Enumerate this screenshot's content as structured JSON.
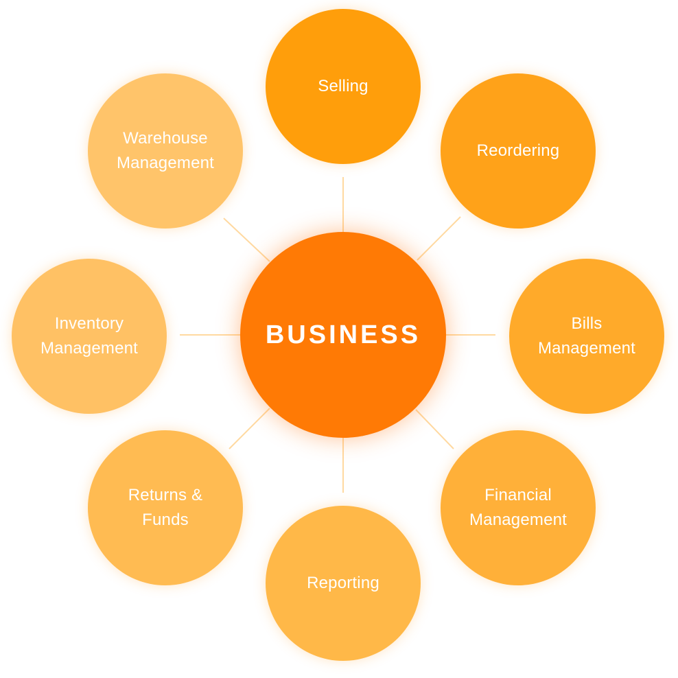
{
  "center": {
    "label": "BUSINESS",
    "color": "#ff7a05"
  },
  "line_color": "#ffd9a0",
  "nodes": [
    {
      "id": "selling",
      "label": "Selling",
      "color": "#ff9e0b"
    },
    {
      "id": "reordering",
      "label": "Reordering",
      "color": "#ffa219"
    },
    {
      "id": "bills-management",
      "label": "Bills\nManagement",
      "color": "#ffaa2a"
    },
    {
      "id": "financial-management",
      "label": "Financial\nManagement",
      "color": "#ffb039"
    },
    {
      "id": "reporting",
      "label": "Reporting",
      "color": "#ffb848"
    },
    {
      "id": "returns-funds",
      "label": "Returns &\nFunds",
      "color": "#ffbb52"
    },
    {
      "id": "inventory-management",
      "label": "Inventory\nManagement",
      "color": "#ffc164"
    },
    {
      "id": "warehouse-management",
      "label": "Warehouse\nManagement",
      "color": "#ffc46a"
    }
  ]
}
